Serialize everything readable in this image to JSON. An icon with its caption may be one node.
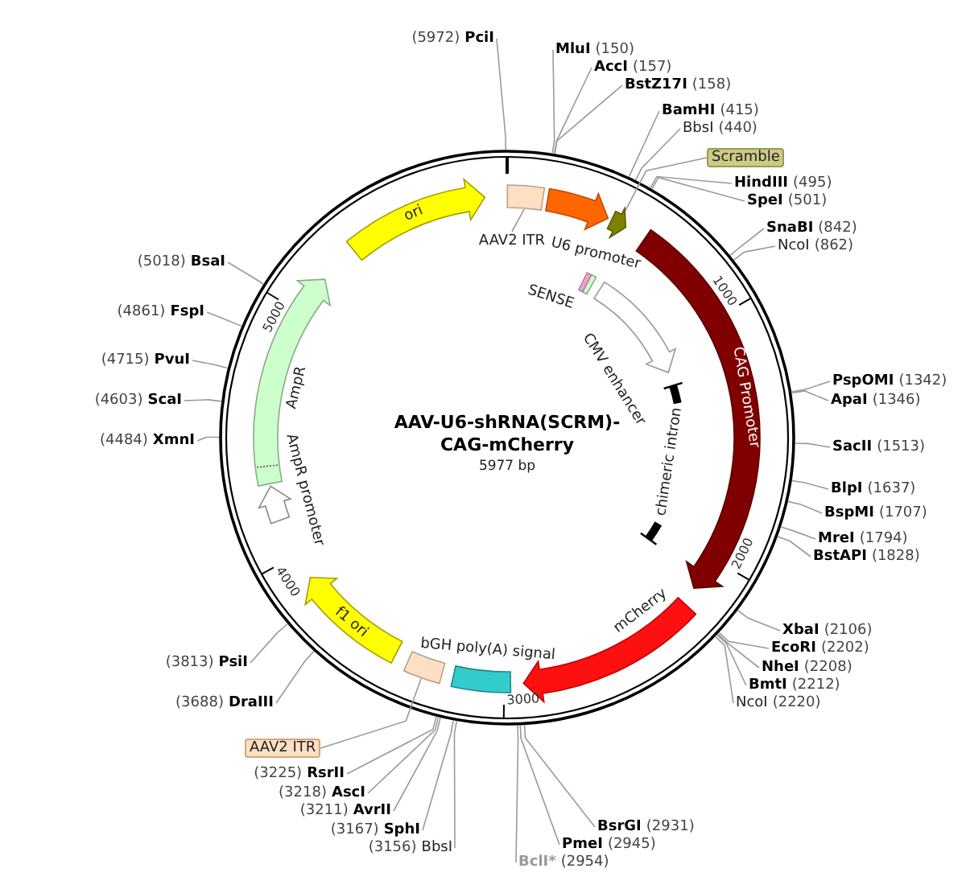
{
  "diagram": {
    "title": "AAV-U6-shRNA(SCRM)-CAG-mCherry",
    "nodes": [
      {
        "text": [
          "(5972)",
          "PciI"
        ]
      },
      {
        "text": [
          "MluI",
          "(150)"
        ]
      },
      {
        "text": [
          "AccI",
          "(157)"
        ]
      },
      {
        "text": [
          "BstZ17I",
          "(158)"
        ]
      },
      {
        "text": [
          "BamHI",
          "(415)"
        ]
      },
      {
        "text": [
          "BbsI",
          "(440)"
        ]
      },
      {
        "text": [
          "HindIII",
          "(495)"
        ]
      },
      {
        "text": [
          "SpeI",
          "(501)"
        ]
      },
      {
        "text": [
          "SnaBI",
          "(842)"
        ]
      },
      {
        "text": [
          "NcoI",
          "(862)"
        ]
      },
      {
        "text": [
          "PspOMI",
          "(1342)"
        ]
      },
      {
        "text": [
          "ApaI",
          "(1346)"
        ]
      },
      {
        "text": [
          "SacII",
          "(1513)"
        ]
      },
      {
        "text": [
          "BlpI",
          "(1637)"
        ]
      },
      {
        "text": [
          "BspMI",
          "(1707)"
        ]
      },
      {
        "text": [
          "MreI",
          "(1794)"
        ]
      },
      {
        "text": [
          "BstAPI",
          "(1828)"
        ]
      },
      {
        "text": [
          "XbaI",
          "(2106)"
        ]
      },
      {
        "text": [
          "EcoRI",
          "(2202)"
        ]
      },
      {
        "text": [
          "NheI",
          "(2208)"
        ]
      },
      {
        "text": [
          "BmtI",
          "(2212)"
        ]
      },
      {
        "text": [
          "NcoI",
          "(2220)"
        ]
      },
      {
        "text": [
          "BsrGI",
          "(2931)"
        ]
      },
      {
        "text": [
          "PmeI",
          "(2945)"
        ]
      },
      {
        "text": [
          "BclI*",
          "(2954)"
        ]
      },
      {
        "text": [
          "(3156)",
          "BbsI"
        ]
      },
      {
        "text": [
          "(3167)",
          "SphI"
        ]
      },
      {
        "text": [
          "(3211)",
          "AvrII"
        ]
      },
      {
        "text": [
          "(3218)",
          "AscI"
        ]
      },
      {
        "text": [
          "(3225)",
          "RsrII"
        ]
      },
      {
        "text": [
          "(3688)",
          "DraIII"
        ]
      },
      {
        "text": [
          "(3813)",
          "PsiI"
        ]
      },
      {
        "text": [
          "(4484)",
          "XmnI"
        ]
      },
      {
        "text": [
          "(4603)",
          "ScaI"
        ]
      },
      {
        "text": [
          "(4715)",
          "PvuI"
        ]
      },
      {
        "text": [
          "(4861)",
          "FspI"
        ]
      },
      {
        "text": [
          "(5018)",
          "BsaI"
        ]
      },
      {
        "text": [
          "AAV2 ITR"
        ]
      },
      {
        "text": [],
        "shape": "box"
      },
      {
        "text": [],
        "shape": "arrow",
        "beside": [
          "U6 promoter"
        ]
      },
      {
        "text": [
          "Scramble"
        ]
      },
      {
        "text": [],
        "shape": "arrow"
      },
      {
        "text": [
          "CAG Promoter"
        ]
      },
      {
        "text": [],
        "shape": "box",
        "beside": [
          "SENSE"
        ]
      },
      {
        "text": [],
        "shape": "arrow",
        "beside": [
          "CMV enhancer"
        ]
      },
      {
        "text": [
          "chimeric intron"
        ]
      },
      {
        "text": [],
        "shape": "arrow",
        "beside": [
          "mCherry"
        ]
      },
      {
        "text": [],
        "shape": "box",
        "beside": [
          "bGH poly(A) signal"
        ]
      },
      {
        "text": [],
        "shape": "box"
      },
      {
        "text": [
          "AAV2 ITR"
        ]
      },
      {
        "text": [
          "f1 ori"
        ]
      },
      {
        "text": [],
        "shape": "arrow",
        "beside": [
          "AmpR promoter"
        ]
      },
      {
        "text": [],
        "shape": "arrow",
        "beside": [
          "AmpR"
        ]
      },
      {
        "text": [
          "ori"
        ]
      }
    ],
    "edges": [
      {
        "from": 0,
        "to": null,
        "arrow": "none"
      },
      {
        "from": 1,
        "to": null,
        "arrow": "none"
      },
      {
        "from": 2,
        "to": null,
        "arrow": "none"
      },
      {
        "from": 3,
        "to": null,
        "arrow": "none"
      },
      {
        "from": 4,
        "to": null,
        "arrow": "none"
      },
      {
        "from": 5,
        "to": null,
        "arrow": "none"
      },
      {
        "from": 6,
        "to": null,
        "arrow": "none"
      },
      {
        "from": 7,
        "to": null,
        "arrow": "none"
      },
      {
        "from": 8,
        "to": null,
        "arrow": "none"
      },
      {
        "from": 9,
        "to": null,
        "arrow": "none"
      },
      {
        "from": 10,
        "to": null,
        "arrow": "none"
      },
      {
        "from": 11,
        "to": null,
        "arrow": "none"
      },
      {
        "from": 12,
        "to": null,
        "arrow": "none"
      },
      {
        "from": 13,
        "to": null,
        "arrow": "none"
      },
      {
        "from": 14,
        "to": null,
        "arrow": "none"
      },
      {
        "from": 15,
        "to": null,
        "arrow": "none"
      },
      {
        "from": 16,
        "to": null,
        "arrow": "none"
      },
      {
        "from": 17,
        "to": null,
        "arrow": "none"
      },
      {
        "from": 18,
        "to": null,
        "arrow": "none"
      },
      {
        "from": 19,
        "to": null,
        "arrow": "none"
      },
      {
        "from": 20,
        "to": null,
        "arrow": "none"
      },
      {
        "from": 21,
        "to": null,
        "arrow": "none"
      },
      {
        "from": 22,
        "to": null,
        "arrow": "none"
      },
      {
        "from": 23,
        "to": null,
        "arrow": "none"
      },
      {
        "from": 24,
        "to": null,
        "arrow": "none"
      },
      {
        "from": 25,
        "to": null,
        "arrow": "none"
      },
      {
        "from": 26,
        "to": null,
        "arrow": "none"
      },
      {
        "from": 27,
        "to": null,
        "arrow": "none"
      },
      {
        "from": 28,
        "to": null,
        "arrow": "none"
      },
      {
        "from": 29,
        "to": null,
        "arrow": "none"
      },
      {
        "from": 30,
        "to": null,
        "arrow": "none"
      },
      {
        "from": 31,
        "to": null,
        "arrow": "none"
      },
      {
        "from": 32,
        "to": null,
        "arrow": "none"
      },
      {
        "from": 33,
        "to": null,
        "arrow": "none"
      },
      {
        "from": 34,
        "to": null,
        "arrow": "none"
      },
      {
        "from": 35,
        "to": null,
        "arrow": "none"
      },
      {
        "from": 36,
        "to": null,
        "arrow": "none"
      },
      {
        "from": 37,
        "to": 38,
        "arrow": "none"
      },
      {
        "from": 40,
        "to": 41,
        "arrow": "none"
      },
      {
        "from": 49,
        "to": 48,
        "arrow": "none"
      }
    ],
    "labels": [
      "5977 bp",
      "1000",
      "2000",
      "3000",
      "4000",
      "5000"
    ]
  }
}
